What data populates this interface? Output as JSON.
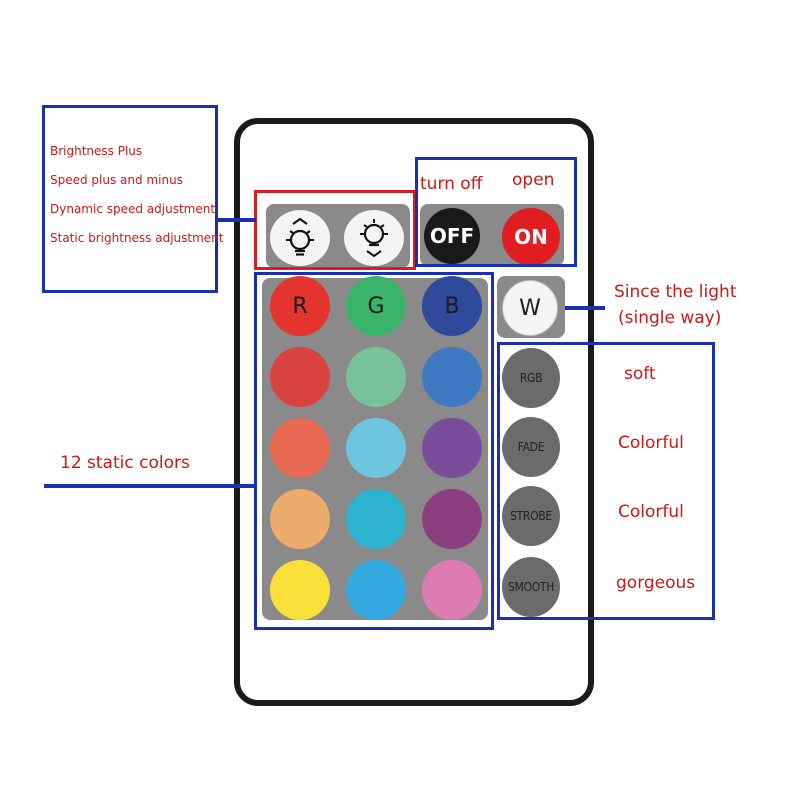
{
  "legend": [
    "Brightness Plus",
    "Speed plus and minus",
    "Dynamic speed adjustment",
    "Static brightness adjustment"
  ],
  "labels": {
    "turn_off": "turn off",
    "open": "open",
    "white_line1": "Since the light",
    "white_line2": "(single way)",
    "static_colors": "12 static colors"
  },
  "buttons": {
    "off": "OFF",
    "on": "ON",
    "red": "R",
    "green": "G",
    "blue": "B",
    "white": "W"
  },
  "modes": [
    {
      "label": "RGB",
      "desc": "soft"
    },
    {
      "label": "FADE",
      "desc": "Colorful"
    },
    {
      "label": "STROBE",
      "desc": "Colorful"
    },
    {
      "label": "SMOOTH",
      "desc": "gorgeous"
    }
  ],
  "colors": {
    "annotation_blue": "#1b2fb5",
    "annotation_red": "#d32020",
    "rgb_row": [
      "#e5342d",
      "#39b46a",
      "#2f4a9a"
    ],
    "static_grid": [
      [
        "#d8423f",
        "#79c199",
        "#3e79c2"
      ],
      [
        "#e86a54",
        "#6dc5e0",
        "#7a4d9a"
      ],
      [
        "#eeac6c",
        "#2db3cf",
        "#8b3e80"
      ],
      [
        "#fbe03a",
        "#34a8e0",
        "#dd7cb0"
      ]
    ]
  }
}
